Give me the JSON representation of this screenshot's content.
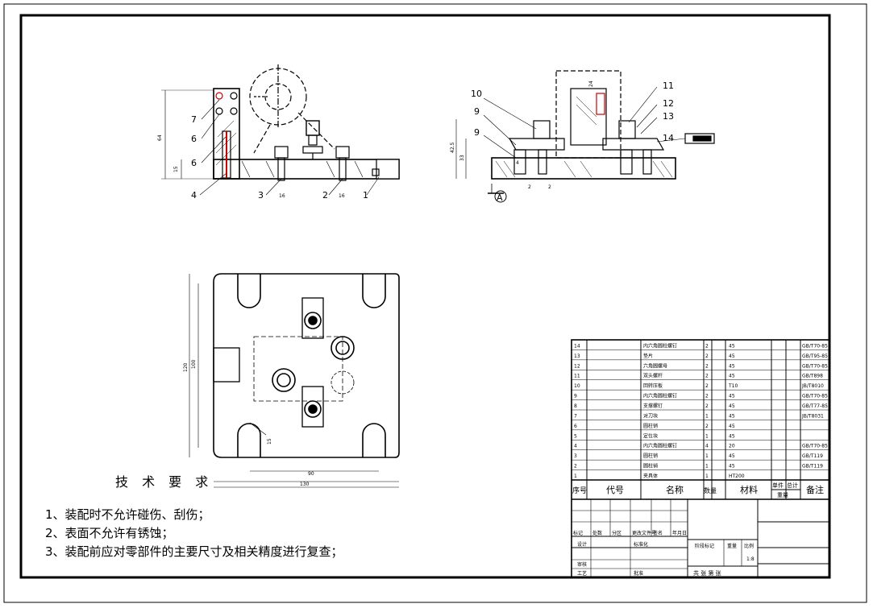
{
  "front_view": {
    "callouts": [
      "7",
      "6",
      "6",
      "4",
      "3",
      "2",
      "1"
    ],
    "dims": [
      "64",
      "15",
      "16",
      "16"
    ]
  },
  "side_view": {
    "callouts": [
      "10",
      "9",
      "9",
      "11",
      "12",
      "13",
      "14"
    ],
    "dims": [
      "42.5",
      "33",
      "24",
      "4",
      "2",
      "2"
    ],
    "section_label": "A"
  },
  "top_view": {
    "dims": [
      "130",
      "100",
      "120",
      "90",
      "15"
    ]
  },
  "tech": {
    "title": "技 术 要 求",
    "items": [
      "1、装配时不允许碰伤、刮伤；",
      "2、表面不允许有锈蚀；",
      "3、装配前应对零部件的主要尺寸及相关精度进行复查；"
    ]
  },
  "bom": {
    "rows": [
      {
        "no": "14",
        "name": "内六角圆柱螺钉",
        "qty": "2",
        "mat": "45",
        "note": "GB/T70-85"
      },
      {
        "no": "13",
        "name": "垫片",
        "qty": "2",
        "mat": "45",
        "note": "GB/T95-85"
      },
      {
        "no": "12",
        "name": "六角圆螺母",
        "qty": "2",
        "mat": "45",
        "note": "GB/T70-85"
      },
      {
        "no": "11",
        "name": "双头螺杆",
        "qty": "2",
        "mat": "45",
        "note": "GB/T898"
      },
      {
        "no": "10",
        "name": "回转压板",
        "qty": "2",
        "mat": "T10",
        "note": "JB/T8010"
      },
      {
        "no": "9",
        "name": "内六角圆柱螺钉",
        "qty": "2",
        "mat": "45",
        "note": "GB/T70-85"
      },
      {
        "no": "8",
        "name": "支撑螺钉",
        "qty": "2",
        "mat": "45",
        "note": "GB/T77-85"
      },
      {
        "no": "7",
        "name": "对刀块",
        "qty": "1",
        "mat": "45",
        "note": "JB/T8031"
      },
      {
        "no": "6",
        "name": "圆柱销",
        "qty": "2",
        "mat": "45",
        "note": ""
      },
      {
        "no": "5",
        "name": "定位块",
        "qty": "1",
        "mat": "45",
        "note": ""
      },
      {
        "no": "4",
        "name": "内六角圆柱螺钉",
        "qty": "4",
        "mat": "20",
        "note": "GB/T70-85"
      },
      {
        "no": "3",
        "name": "圆柱销",
        "qty": "1",
        "mat": "45",
        "note": "GB/T119"
      },
      {
        "no": "2",
        "name": "圆柱销",
        "qty": "1",
        "mat": "45",
        "note": "GB/T119"
      },
      {
        "no": "1",
        "name": "夹具体",
        "qty": "1",
        "mat": "HT200",
        "note": ""
      }
    ],
    "headers": [
      "序号",
      "代号",
      "名称",
      "数量",
      "材料",
      "单件",
      "总计",
      "备注"
    ],
    "weight_label": "重量",
    "title_block": {
      "labels1": [
        "标记",
        "处数",
        "分区",
        "更改文件号",
        "签名",
        "年月日"
      ],
      "design": "设计",
      "std": "标准化",
      "check": "审核",
      "process": "工艺",
      "approve": "批准",
      "stage": "阶段标记",
      "weight": "重量",
      "scale": "比例",
      "scale_val": "1:8",
      "sheets": "共 张 第 张"
    }
  }
}
